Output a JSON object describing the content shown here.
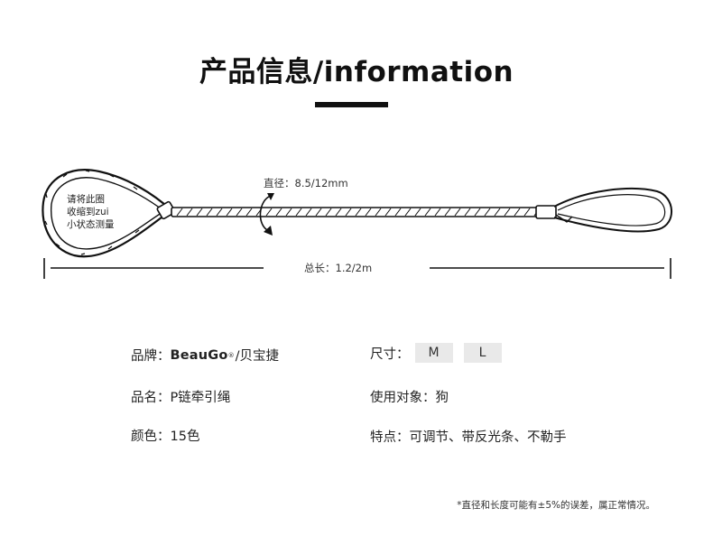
{
  "header": {
    "title": "产品信息/information"
  },
  "diagram": {
    "loop_note": [
      "请将此圈",
      "收缩到zui",
      "小状态测量"
    ],
    "diameter_label": "直径：8.5/12mm",
    "length_label": "总长：1.2/2m"
  },
  "specs": {
    "brand": {
      "label": "品牌：",
      "brand_name": "BeauGo",
      "registered": "®",
      "suffix": "/贝宝捷"
    },
    "size": {
      "label": "尺寸：",
      "options": [
        "M",
        "L"
      ]
    },
    "name": {
      "label": "品名：",
      "value": "P链牵引绳"
    },
    "target": {
      "label": "使用对象：",
      "value": "狗"
    },
    "color": {
      "label": "颜色：",
      "value": "15色"
    },
    "features": {
      "label": "特点：",
      "value": "可调节、带反光条、不勒手"
    }
  },
  "footnote": "*直径和长度可能有±5%的误差，属正常情况。",
  "colors": {
    "ink": "#111111",
    "size_box": "#e9e9e9"
  }
}
